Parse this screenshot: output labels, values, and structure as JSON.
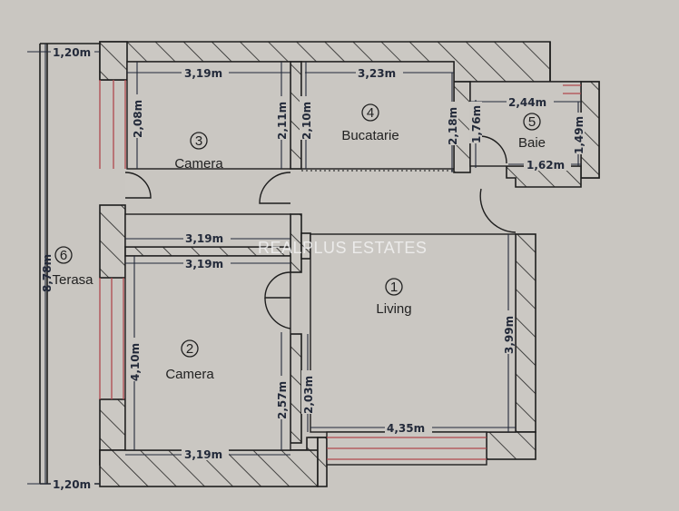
{
  "watermark": "REALPLUS ESTATES",
  "colors": {
    "paper": "#c9c6c1",
    "ink": "#1e1e1e",
    "dim_text": "#232a3a",
    "window_red": "#b0484e"
  },
  "rooms": [
    {
      "number": "1",
      "name": "Living"
    },
    {
      "number": "2",
      "name": "Camera"
    },
    {
      "number": "3",
      "name": "Camera"
    },
    {
      "number": "4",
      "name": "Bucatarie"
    },
    {
      "number": "5",
      "name": "Baie"
    },
    {
      "number": "6",
      "name": "Terasa"
    }
  ],
  "dimensions": {
    "terasa_width_top": "1,20m",
    "terasa_width_bottom": "1,20m",
    "terasa_length": "8,78m",
    "camera3_width": "3,19m",
    "camera3_height_left": "2,08m",
    "camera3_height_right": "2,11m",
    "bucatarie_width": "3,23m",
    "bucatarie_height_left": "2,10m",
    "bucatarie_height_right": "2,18m",
    "baie_width_top": "2,44m",
    "baie_width_bottom": "1,62m",
    "baie_height_left": "1,76m",
    "baie_height_right": "1,49m",
    "hall_width_top": "3,19m",
    "hall_width_bottom": "3,19m",
    "camera2_height_left": "4,10m",
    "camera2_height_right": "2,57m",
    "camera2_width": "3,19m",
    "living_height_left": "2,03m",
    "living_height_right": "3,99m",
    "living_width": "4,35m"
  }
}
